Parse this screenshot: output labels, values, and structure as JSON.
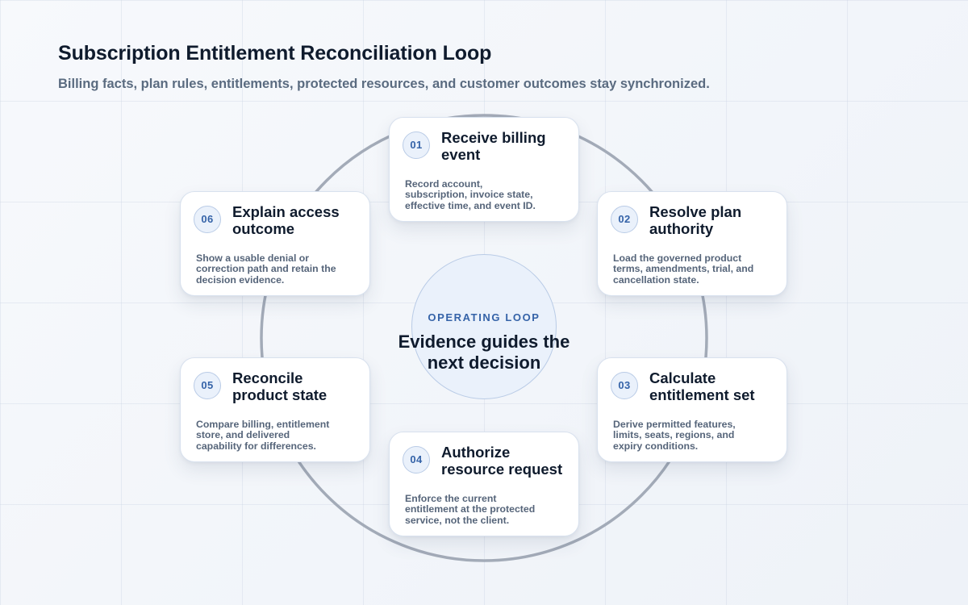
{
  "header": {
    "title": "Subscription Entitlement Reconciliation Loop",
    "subtitle": "Billing facts, plan rules, entitlements, protected resources, and customer outcomes stay synchronized."
  },
  "hub": {
    "label": "OPERATING LOOP",
    "headline": "Evidence guides the next decision"
  },
  "colors": {
    "accent": "#3563a8",
    "ring": "#a3abb8",
    "card_border": "#d8e1ee",
    "hub_fill": "#eaf1fb"
  },
  "steps": [
    {
      "number": "01",
      "title": "Receive billing event",
      "description": "Record account, subscription, invoice state, effective time, and event ID."
    },
    {
      "number": "02",
      "title": "Resolve plan authority",
      "description": "Load the governed product terms, amendments, trial, and cancellation state."
    },
    {
      "number": "03",
      "title": "Calculate entitlement set",
      "description": "Derive permitted features, limits, seats, regions, and expiry conditions."
    },
    {
      "number": "04",
      "title": "Authorize resource request",
      "description": "Enforce the current entitlement at the protected service, not the client."
    },
    {
      "number": "05",
      "title": "Reconcile product state",
      "description": "Compare billing, entitlement store, and delivered capability for differences."
    },
    {
      "number": "06",
      "title": "Explain access outcome",
      "description": "Show a usable denial or correction path and retain the decision evidence."
    }
  ]
}
